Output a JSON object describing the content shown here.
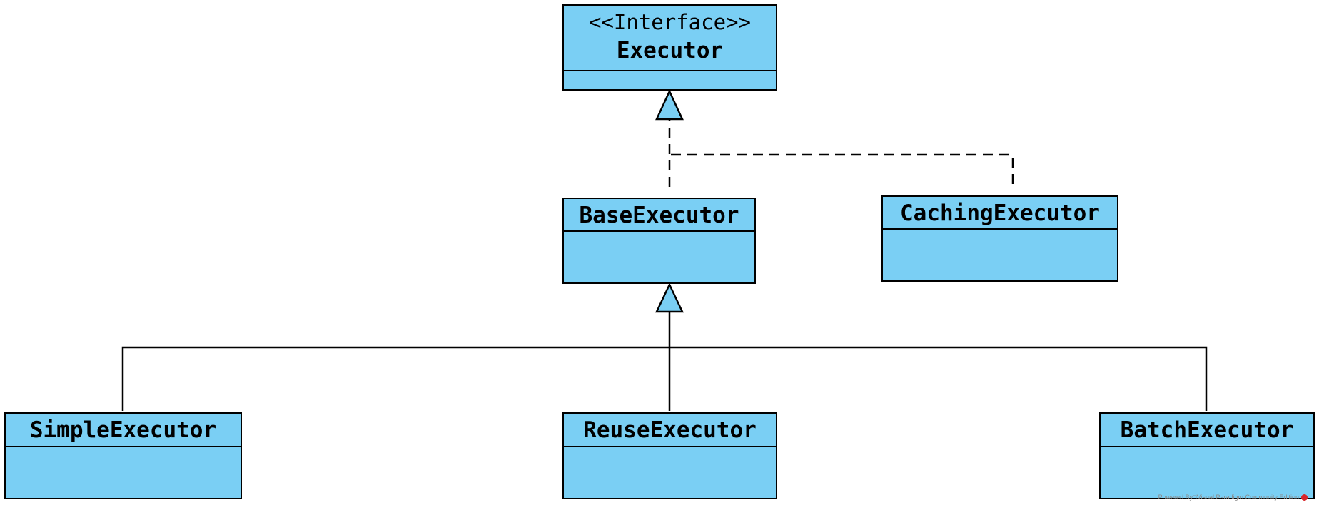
{
  "diagram": {
    "colors": {
      "class_fill": "#7acff4",
      "stroke": "#000000"
    },
    "classes": {
      "executor": {
        "stereotype": "<<Interface>>",
        "name": "Executor"
      },
      "base_executor": {
        "name": "BaseExecutor"
      },
      "caching_executor": {
        "name": "CachingExecutor"
      },
      "simple_executor": {
        "name": "SimpleExecutor"
      },
      "reuse_executor": {
        "name": "ReuseExecutor"
      },
      "batch_executor": {
        "name": "BatchExecutor"
      }
    },
    "relations": [
      {
        "type": "realization",
        "from": "BaseExecutor",
        "to": "Executor"
      },
      {
        "type": "realization",
        "from": "CachingExecutor",
        "to": "Executor"
      },
      {
        "type": "generalization",
        "from": "SimpleExecutor",
        "to": "BaseExecutor"
      },
      {
        "type": "generalization",
        "from": "ReuseExecutor",
        "to": "BaseExecutor"
      },
      {
        "type": "generalization",
        "from": "BatchExecutor",
        "to": "BaseExecutor"
      }
    ]
  },
  "watermark": {
    "text": "Powered By□Visual Paradigm Community Edition"
  }
}
